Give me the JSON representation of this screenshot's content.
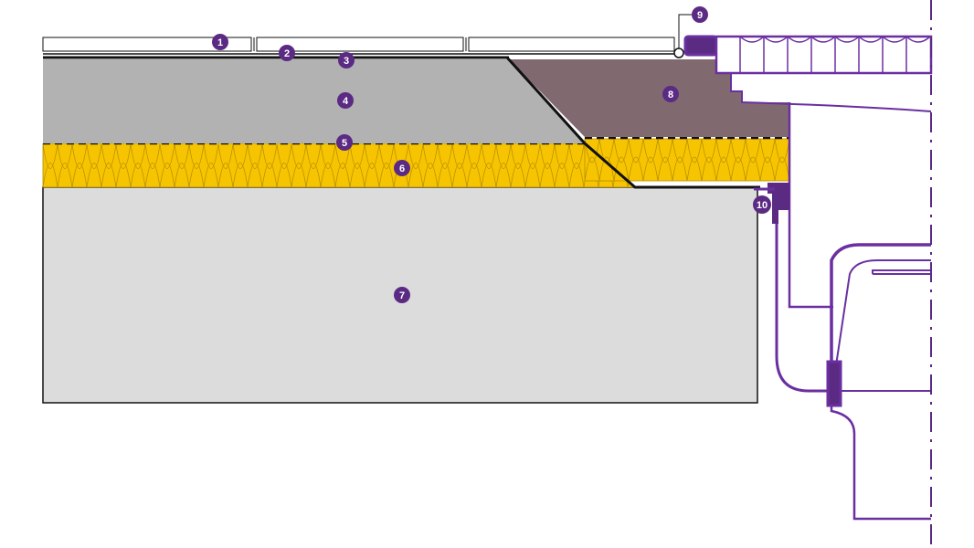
{
  "colors": {
    "accent": "#5b2b84",
    "accent_line": "#6a2fa0",
    "insulation": "#f6c400",
    "insulation_line": "#b88f00",
    "screed": "#b2b2b2",
    "slab": "#dcdcdc",
    "mortar": "#806a70",
    "outline": "#111111",
    "drain_body": "#ffffff"
  },
  "layers": [
    {
      "id": "tiles",
      "type": "floor-tiles"
    },
    {
      "id": "tile-adhesive",
      "type": "thin-layer"
    },
    {
      "id": "waterproofing",
      "type": "membrane"
    },
    {
      "id": "screed",
      "type": "screed"
    },
    {
      "id": "separation-foil",
      "type": "membrane"
    },
    {
      "id": "impact-insulation",
      "type": "insulation"
    },
    {
      "id": "concrete-slab",
      "type": "slab"
    },
    {
      "id": "drain-mortar",
      "type": "mortar"
    },
    {
      "id": "sealing-cord",
      "type": "cord"
    },
    {
      "id": "drain-flange",
      "type": "flange"
    }
  ],
  "markers": [
    {
      "label": "1"
    },
    {
      "label": "2"
    },
    {
      "label": "3"
    },
    {
      "label": "4"
    },
    {
      "label": "5"
    },
    {
      "label": "6"
    },
    {
      "label": "7"
    },
    {
      "label": "8"
    },
    {
      "label": "9"
    },
    {
      "label": "10"
    }
  ]
}
